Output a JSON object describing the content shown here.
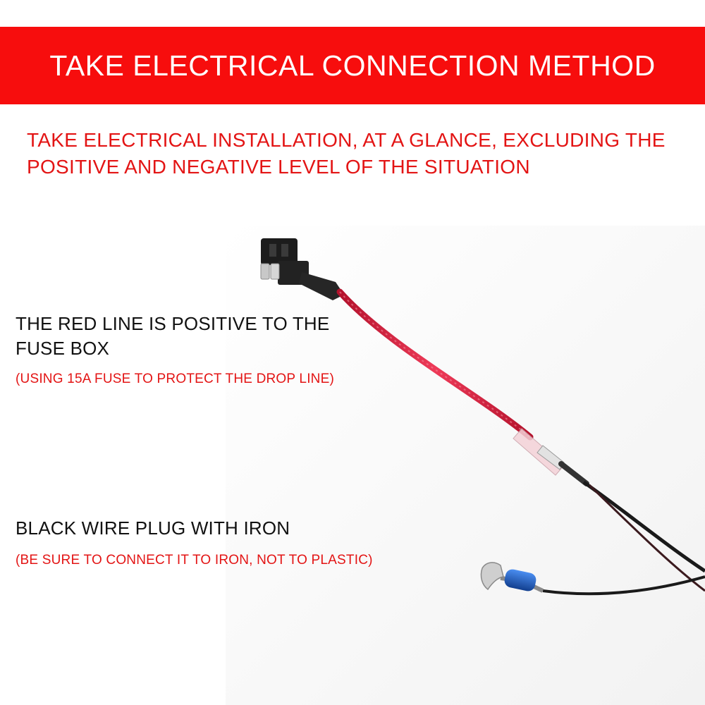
{
  "header": {
    "title": "TAKE ELECTRICAL CONNECTION METHOD",
    "banner_color": "#f70d0d"
  },
  "intro": {
    "text": "TAKE ELECTRICAL INSTALLATION, AT A GLANCE, EXCLUDING THE POSITIVE AND NEGATIVE LEVEL OF THE SITUATION"
  },
  "labels": {
    "red_line": {
      "text": "THE RED LINE IS POSITIVE TO THE FUSE BOX",
      "note": "(USING 15A FUSE TO PROTECT THE DROP LINE)"
    },
    "black_wire": {
      "text": "BLACK WIRE PLUG WITH IRON",
      "note": "(BE SURE TO CONNECT IT TO IRON, NOT TO PLASTIC)"
    }
  },
  "colors": {
    "accent_red": "#e31414",
    "wire_red": "#d81e3a",
    "terminal_blue": "#1f5fc2",
    "wire_black": "#1a1a1a"
  },
  "icons": [
    "fuse-tap-icon",
    "red-wire-icon",
    "black-wire-icon",
    "fork-terminal-icon"
  ]
}
